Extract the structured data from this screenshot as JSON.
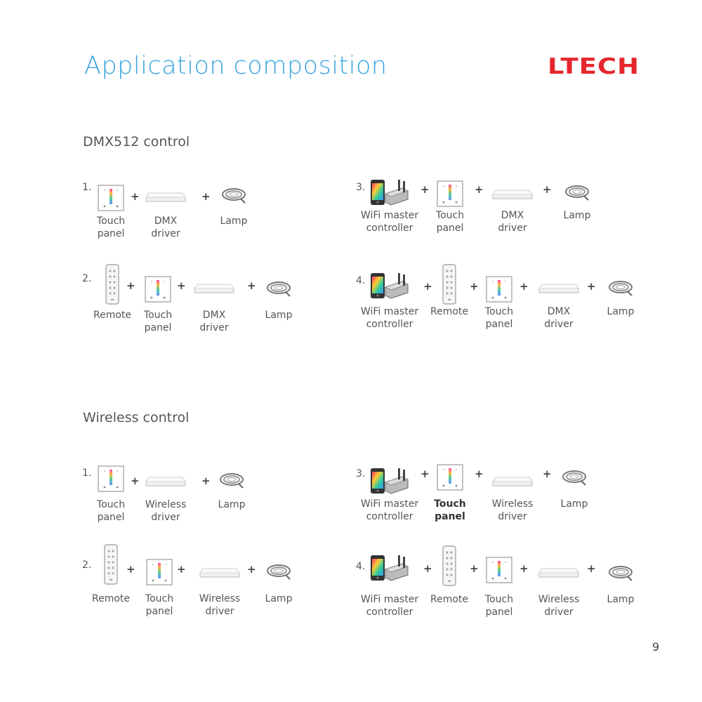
{
  "header": {
    "title": "Application composition",
    "logo_text": "LTECH"
  },
  "sections": [
    {
      "heading": "DMX512 control",
      "rows": [
        {
          "number": "1.",
          "items": [
            [
              "Touch",
              "panel"
            ],
            [
              "DMX",
              "driver"
            ],
            [
              "Lamp",
              ""
            ]
          ]
        },
        {
          "number": "2.",
          "items": [
            [
              "Remote",
              ""
            ],
            [
              "Touch",
              "panel"
            ],
            [
              "DMX",
              "driver"
            ],
            [
              "Lamp",
              ""
            ]
          ]
        },
        {
          "number": "3.",
          "items": [
            [
              "WiFi master",
              "controller"
            ],
            [
              "Touch",
              "panel"
            ],
            [
              "DMX",
              "driver"
            ],
            [
              "Lamp",
              ""
            ]
          ]
        },
        {
          "number": "4.",
          "items": [
            [
              "WiFi master",
              "controller"
            ],
            [
              "Remote",
              ""
            ],
            [
              "Touch",
              "panel"
            ],
            [
              "DMX",
              "driver"
            ],
            [
              "Lamp",
              ""
            ]
          ]
        }
      ]
    },
    {
      "heading": "Wireless control",
      "rows": [
        {
          "number": "1.",
          "items": [
            [
              "Touch",
              "panel"
            ],
            [
              "Wireless",
              "driver"
            ],
            [
              "Lamp",
              ""
            ]
          ]
        },
        {
          "number": "2.",
          "items": [
            [
              "Remote",
              ""
            ],
            [
              "Touch",
              "panel"
            ],
            [
              "Wireless",
              "driver"
            ],
            [
              "Lamp",
              ""
            ]
          ]
        },
        {
          "number": "3.",
          "items": [
            [
              "WiFi master",
              "controller"
            ],
            [
              "Touch",
              "panel"
            ],
            [
              "Wireless",
              "driver"
            ],
            [
              "Lamp",
              ""
            ]
          ]
        },
        {
          "number": "4.",
          "items": [
            [
              "WiFi master",
              "controller"
            ],
            [
              "Remote",
              ""
            ],
            [
              "Touch",
              "panel"
            ],
            [
              "Wireless",
              "driver"
            ],
            [
              "Lamp",
              ""
            ]
          ]
        }
      ]
    }
  ],
  "plus_sign": "+",
  "page_number": "9",
  "colors": {
    "title": "#3aa5df",
    "logo": "#e5252c",
    "text": "#555555"
  }
}
